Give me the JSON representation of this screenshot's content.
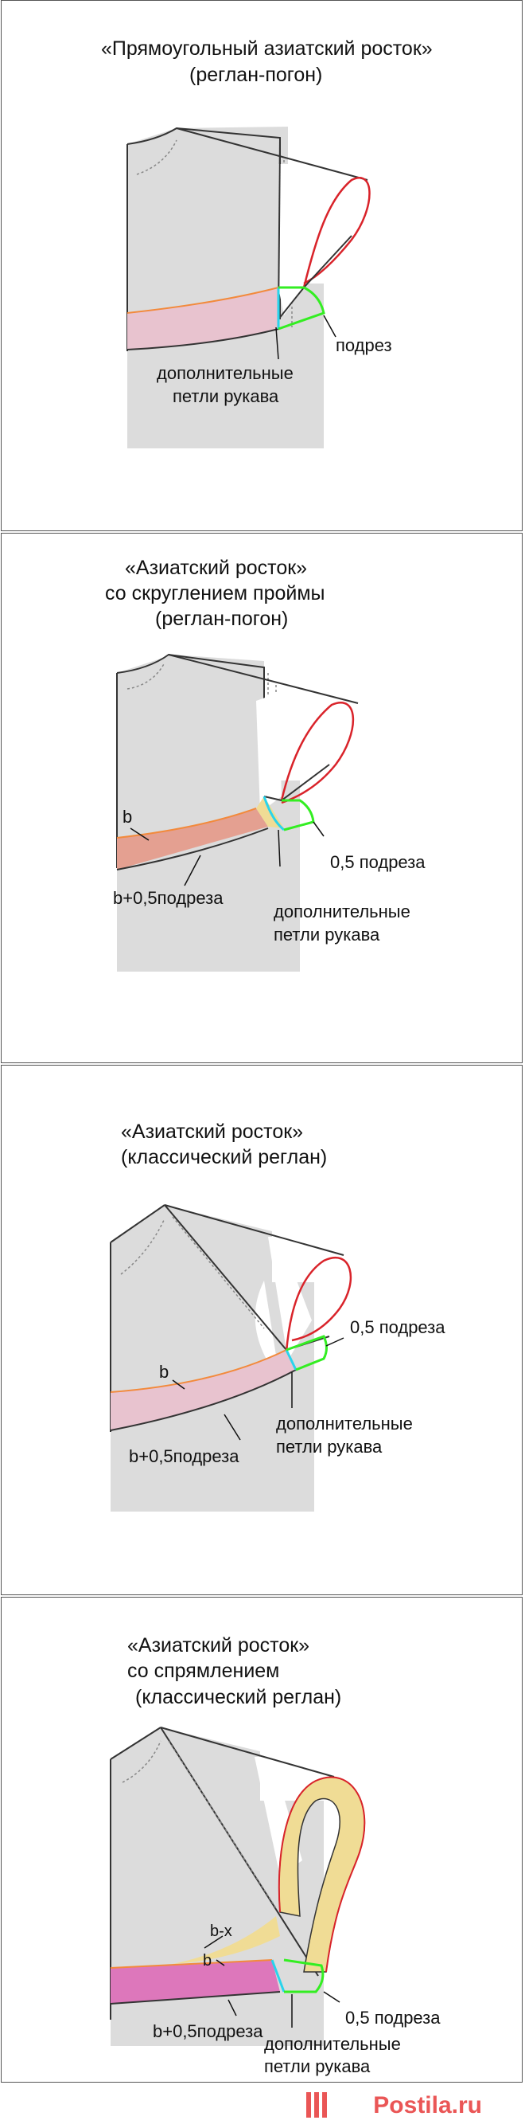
{
  "panels": [
    {
      "title_lines": [
        "«Прямоугольный азиатский росток»",
        "(реглан-погон)"
      ],
      "labels": {
        "podrez": "подрез",
        "extra_line1": "дополнительные",
        "extra_line2": "петли рукава"
      }
    },
    {
      "title_lines": [
        "«Азиатский росток»",
        "со скруглением проймы",
        "(реглан-погон)"
      ],
      "labels": {
        "b": "b",
        "b_plus": "b+0,5подреза",
        "half_podrez": "0,5 подреза",
        "extra_line1": "дополнительные",
        "extra_line2": "петли рукава"
      }
    },
    {
      "title_lines": [
        "«Азиатский росток»",
        "(классический реглан)"
      ],
      "labels": {
        "b": "b",
        "b_plus": "b+0,5подреза",
        "half_podrez": "0,5 подреза",
        "extra_line1": "дополнительные",
        "extra_line2": "петли рукава"
      }
    },
    {
      "title_lines": [
        "«Азиатский росток»",
        "со спрямлением",
        "(классический реглан)"
      ],
      "labels": {
        "bx": "b-x",
        "b": "b",
        "b_plus": "b+0,5подреза",
        "half_podrez": "0,5 подреза",
        "extra_line1": "дополнительные",
        "extra_line2": "петли рукава"
      }
    }
  ],
  "footer": {
    "logo_text": "Postila.ru"
  },
  "colors": {
    "red": "#d9232a",
    "green": "#33ee22",
    "cyan": "#29d4ec",
    "pink": "#e8c3cf",
    "salmon": "#e4a091",
    "yellow": "#f0dc95",
    "magenta": "#dd77bb",
    "gray": "#dcdcdc",
    "orange": "#f28a3c"
  }
}
